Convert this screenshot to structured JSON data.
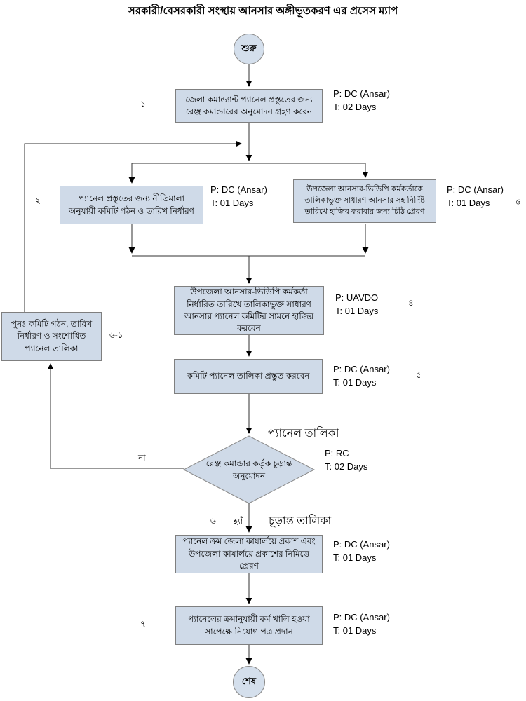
{
  "title": "সরকারী/বেসরকারী সংস্থায় আনসার অঙ্গীভূতকরণ এর প্রসেস ম্যাপ",
  "colors": {
    "node_fill": "#cfdae8",
    "node_border": "#7f7f7f",
    "line": "#303030"
  },
  "start": {
    "label": "শুরু"
  },
  "end": {
    "label": "শেষ"
  },
  "steps": [
    {
      "num": "১",
      "text": "জেলা কমান্ড্যান্ট প্যানেল প্রস্তুতের জন্য রেঞ্জ কমান্ডারের অনুমোদন গ্রহণ করেন",
      "p": "P: DC (Ansar)",
      "t": "T: 02 Days"
    },
    {
      "num": "২",
      "text": "প্যানেল প্রস্তুতের জন্য নীতিমালা অনুযায়ী কমিটি গঠন ও তারিখ নির্ধারণ",
      "p": "P: DC (Ansar)",
      "t": "T: 01 Days"
    },
    {
      "num": "৩",
      "text": "উপজেলা আনসার-ভিডিপি কর্মকর্তাকে তালিকাভুক্ত সাধারণ আনসার সহ নির্দিষ্ট তারিখে হাজির করাবার জন্য চিঠি প্রেরণ",
      "p": "P: DC (Ansar)",
      "t": "T: 01 Days"
    },
    {
      "num": "৪",
      "text": "উপজেলা আনসার-ভিডিপি কর্মকর্তা নির্ধারিত তারিখে তালিকাভুক্ত সাধারণ আনসার প্যানেল কমিটির সামনে হাজির করবেন",
      "p": "P: UAVDO",
      "t": "T: 01 Days"
    },
    {
      "num": "৫",
      "text": "কমিটি প্যানেল তালিকা প্রস্তুত করবেন",
      "p": "P: DC (Ansar)",
      "t": "T: 01 Days"
    },
    {
      "num": "৬",
      "text": "প্যানেল ক্রম জেলা কাযার্লয়ে প্রকাশ এবং উপজেলা কাযার্লয়ে প্রকাশের নিমিত্তে প্রেরণ",
      "p": "P: DC (Ansar)",
      "t": "T: 01 Days"
    },
    {
      "num": "৭",
      "text": "প্যানেলের ক্রমানুযায়ী কর্ম খালি হওয়া সাপেক্ষে নিয়োগ পত্র প্রদান",
      "p": "P: DC (Ansar)",
      "t": "T: 01 Days"
    }
  ],
  "decision": {
    "text": "রেঞ্জ কমান্ডার কর্তৃক চূড়ান্ত অনুমোদন",
    "p": "P: RC",
    "t": "T: 02 Days"
  },
  "rework": {
    "num": "৬-১",
    "text": "পুনঃ  কমিটি গঠন, তারিখ নির্ধারণ ও সংশোধিত প্যানেল তালিকা"
  },
  "labels": {
    "no": "না",
    "yes": "হ্যাঁ",
    "panel_list": "প্যানেল তালিকা",
    "final_list": "চূড়ান্ত তালিকা"
  }
}
